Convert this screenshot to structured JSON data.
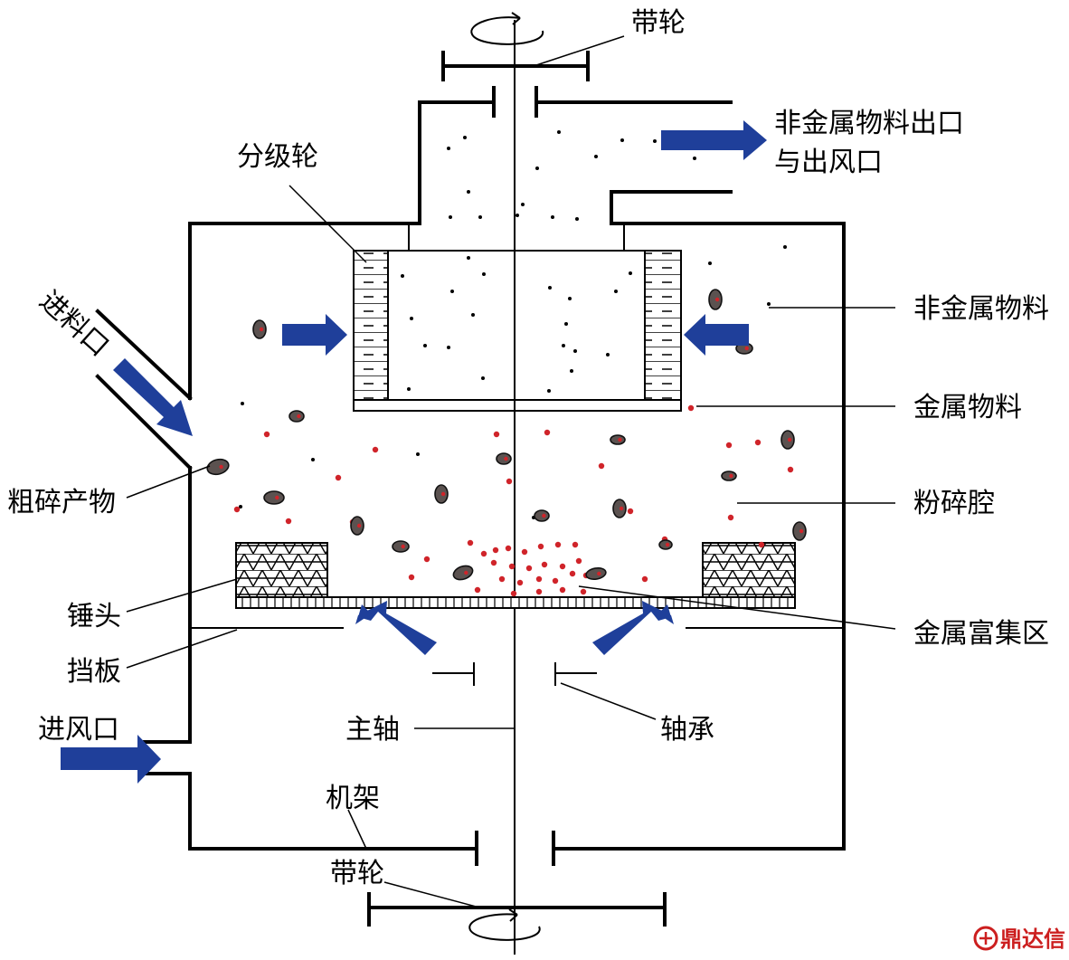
{
  "labels": {
    "top_pulley": "带轮",
    "outlet_line1": "非金属物料出口",
    "outlet_line2": "与出风口",
    "classifier_wheel": "分级轮",
    "feed_inlet": "进料口",
    "nonmetal_material": "非金属物料",
    "metal_material": "金属物料",
    "coarse_product": "粗碎产物",
    "grinding_chamber": "粉碎腔",
    "hammer": "锤头",
    "metal_enrichment_zone": "金属富集区",
    "baffle": "挡板",
    "air_inlet": "进风口",
    "main_shaft": "主轴",
    "bearing": "轴承",
    "frame": "机架",
    "bottom_pulley": "带轮"
  },
  "watermark": "鼎达信",
  "colors": {
    "arrow": "#1f3f9a",
    "metal_particle": "#d0242a",
    "coarse_particle": "#5b5250",
    "watermark": "#cc1f1f"
  }
}
